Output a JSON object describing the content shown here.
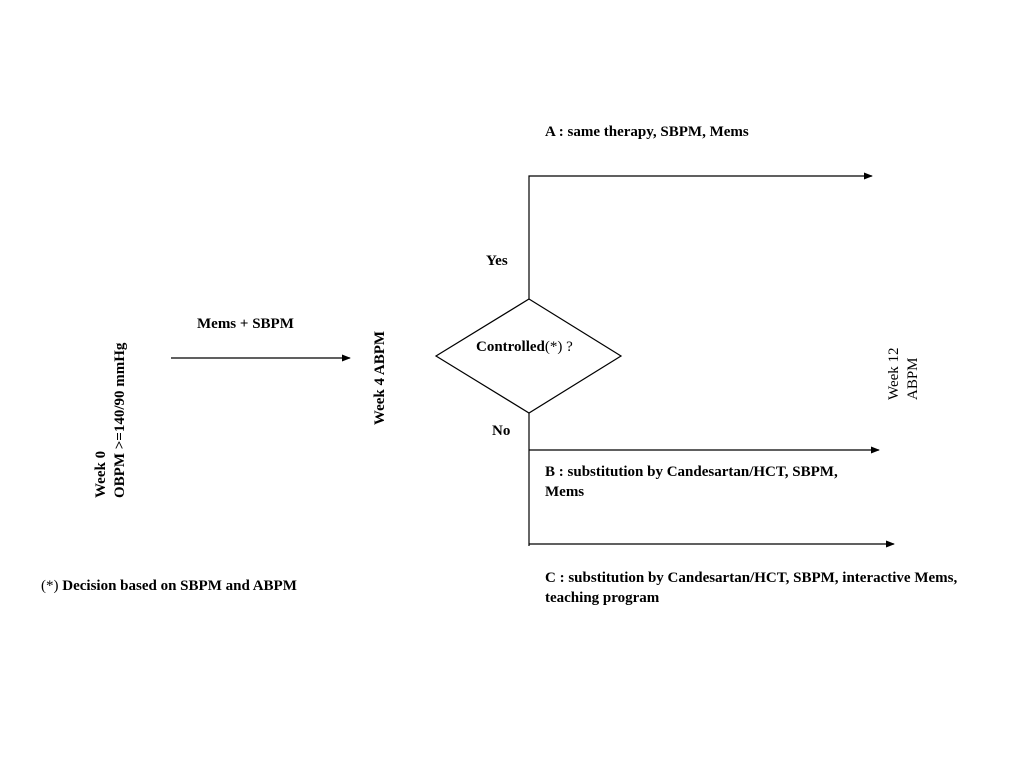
{
  "week0": {
    "line1": "Week 0",
    "line2": "OBPM >=140/90 mmHg"
  },
  "arrow1_label": "Mems + SBPM",
  "week4": "Week  4  ABPM",
  "decision": {
    "text": "Controlled",
    "marker": "(*) ?",
    "yes": "Yes",
    "no": "No"
  },
  "outcome_a": {
    "letter": "A",
    "text": " : same therapy, SBPM, Mems"
  },
  "outcome_b": {
    "letter": "B",
    "text_line1": " : substitution by Candesartan/HCT, SBPM,",
    "text_line2": "Mems"
  },
  "outcome_c": {
    "letter": "C",
    "text_line1": " : substitution by Candesartan/HCT, SBPM, interactive Mems,",
    "text_line2": "teaching program"
  },
  "week12": {
    "line1": "Week 12",
    "line2": "ABPM"
  },
  "footnote": {
    "marker": "(*)",
    "text": " Decision based on SBPM and ABPM"
  },
  "colors": {
    "stroke": "#000000",
    "background": "#ffffff"
  }
}
